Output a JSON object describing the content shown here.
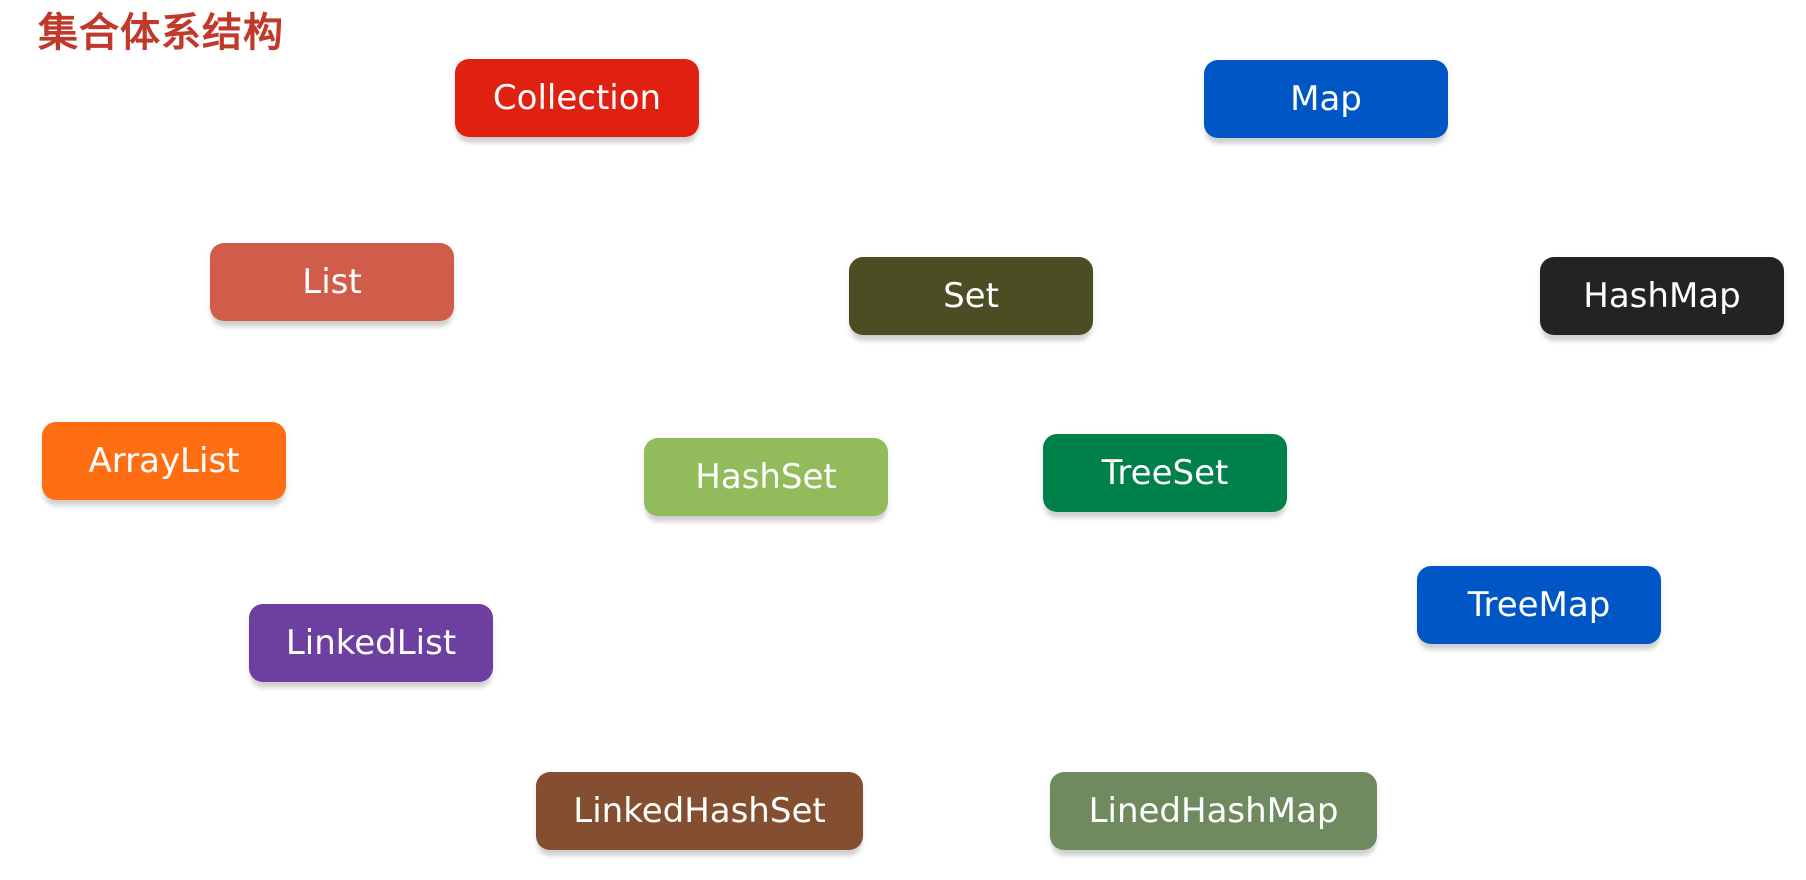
{
  "title": "集合体系结构",
  "nodes": {
    "collection": {
      "label": "Collection",
      "color": "#e02112"
    },
    "map": {
      "label": "Map",
      "color": "#0056c4"
    },
    "list": {
      "label": "List",
      "color": "#d05c4a"
    },
    "set": {
      "label": "Set",
      "color": "#4b4d24"
    },
    "hashmap": {
      "label": "HashMap",
      "color": "#232323"
    },
    "arraylist": {
      "label": "ArrayList",
      "color": "#ff6e13"
    },
    "hashset": {
      "label": "HashSet",
      "color": "#92bc5c"
    },
    "treeset": {
      "label": "TreeSet",
      "color": "#00804a"
    },
    "treemap": {
      "label": "TreeMap",
      "color": "#0056c4"
    },
    "linkedlist": {
      "label": "LinkedList",
      "color": "#6c3fa0"
    },
    "linkedhashset": {
      "label": "LinkedHashSet",
      "color": "#844f30"
    },
    "linedhashmap": {
      "label": "LinedHashMap",
      "color": "#6f8a5e"
    }
  }
}
